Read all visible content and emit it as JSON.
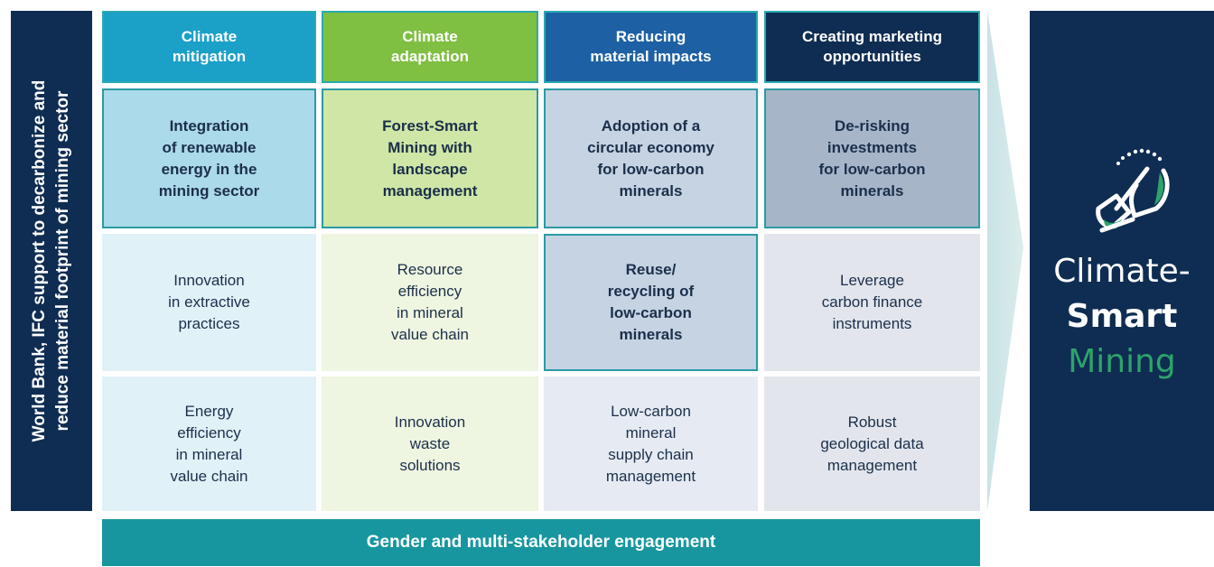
{
  "sidebar": {
    "line1": "World Bank, IFC support to decarbonize and",
    "line2": "reduce material footprint of mining sector"
  },
  "columns": [
    {
      "header": [
        "Climate",
        "mitigation"
      ],
      "focus": [
        "Integration",
        "of renewable",
        "energy in the",
        "mining sector"
      ],
      "row3": [
        "Innovation",
        "in extractive",
        "practices"
      ],
      "row4": [
        "Energy",
        "efficiency",
        "in mineral",
        "value chain"
      ]
    },
    {
      "header": [
        "Climate",
        "adaptation"
      ],
      "focus": [
        "Forest-Smart",
        "Mining with",
        "landscape",
        "management"
      ],
      "row3": [
        "Resource",
        "efficiency",
        "in mineral",
        "value chain"
      ],
      "row4": [
        "Innovation",
        "waste",
        "solutions"
      ]
    },
    {
      "header": [
        "Reducing",
        "material impacts"
      ],
      "focus": [
        "Adoption of a",
        "circular economy",
        "for low-carbon",
        "minerals"
      ],
      "row3": [
        "Reuse/",
        "recycling of",
        "low-carbon",
        "minerals"
      ],
      "row4": [
        "Low-carbon",
        "mineral",
        "supply chain",
        "management"
      ]
    },
    {
      "header": [
        "Creating marketing",
        "opportunities"
      ],
      "focus": [
        "De-risking",
        "investments",
        "for low-carbon",
        "minerals"
      ],
      "row3": [
        "Leverage",
        "carbon finance",
        "instruments"
      ],
      "row4": [
        "Robust",
        "geological data",
        "management"
      ]
    }
  ],
  "bottom_bar": "Gender and multi-stakeholder engagement",
  "brand": {
    "line1": "Climate-",
    "line2": "Smart",
    "line3": "Mining"
  },
  "icons": {
    "arrow": "right-chevron-arrow",
    "logo": "mining-shovel-bulb-icon"
  },
  "colors": {
    "navy": "#0f2d52",
    "teal": "#17969f",
    "green": "#2ea36b"
  }
}
